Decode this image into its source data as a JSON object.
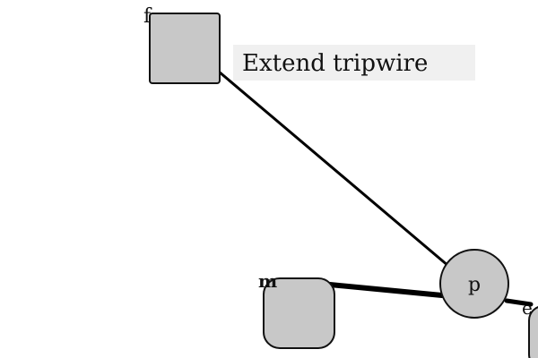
{
  "diagram": {
    "labels": {
      "f": "f",
      "m": "m",
      "p": "p",
      "e": "e"
    },
    "action_text": "Extend tripwire"
  },
  "colors": {
    "node_fill": "#c8c8c8",
    "node_stroke": "#111111",
    "edge": "#000000",
    "text_box_fill": "#f0f0f0",
    "background": "#ffffff"
  }
}
